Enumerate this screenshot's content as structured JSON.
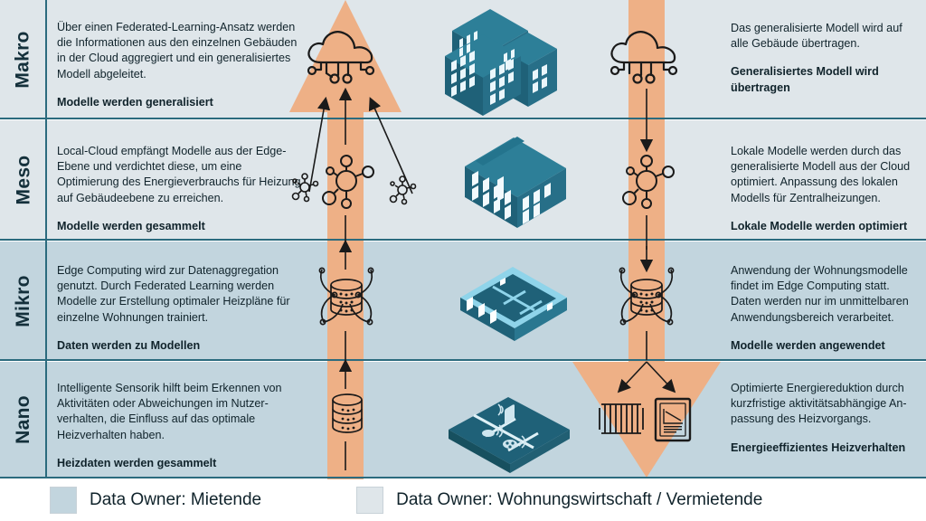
{
  "colors": {
    "mietende": "#c2d5de",
    "wohnungswirtschaft": "#dfe6ea",
    "arrow_orange": "#eeb086",
    "divider": "#2b6b7e",
    "building_dark": "#1f6178",
    "building_light": "#8fd4ea",
    "text": "#10232b"
  },
  "rows": [
    {
      "id": "makro",
      "label": "Makro",
      "left": {
        "body": "Über einen Federated-Learning-Ansatz werden die Informationen aus den einzelnen Gebäuden in der Cloud aggregiert und ein generalisiertes Modell abgeleitet.",
        "bold": "Modelle werden generalisiert"
      },
      "right": {
        "body": "Das generalisierte Modell wird auf alle Gebäude übertragen.",
        "bold": "Generalisiertes Modell wird übertragen"
      },
      "left_fill": "wohnungswirtschaft",
      "right_fill": "wohnungswirtschaft",
      "icons": [
        "cloud-icon",
        "city-buildings-icon",
        "cloud-icon"
      ]
    },
    {
      "id": "meso",
      "label": "Meso",
      "left": {
        "body": "Local-Cloud empfängt Modelle aus der Edge-Ebene und verdichtet diese, um eine Optimierung des Energieverbrauchs für Heizung auf Gebäudeebene zu erreichen.",
        "bold": "Modelle werden gesammelt"
      },
      "right": {
        "body": "Lokale Modelle werden durch das generalisierte Modell aus der Cloud optimiert. Anpassung des lokalen Modells für Zentralheizungen.",
        "bold": "Lokale Modelle werden optimiert"
      },
      "left_fill": "wohnungswirtschaft",
      "right_fill": "wohnungswirtschaft",
      "icons": [
        "network-node-icon",
        "apartment-building-icon",
        "network-node-icon"
      ]
    },
    {
      "id": "mikro",
      "label": "Mikro",
      "left": {
        "body": "Edge Computing wird zur Datenaggregation genutzt. Durch Federated Learning werden Modelle zur Erstellung optimaler Heizpläne für einzelne Wohnungen trainiert.",
        "bold": "Daten werden zu Modellen"
      },
      "right": {
        "body": "Anwendung der Wohnungsmodelle findet im Edge Computing statt. Daten werden nur im unmittelbaren Anwendungsbereich verarbeitet.",
        "bold": "Modelle werden angewendet"
      },
      "left_fill": "mietende",
      "right_fill": "mietende",
      "icons": [
        "database-edge-icon",
        "apartment-floorplan-icon",
        "database-edge-icon"
      ]
    },
    {
      "id": "nano",
      "label": "Nano",
      "left": {
        "body": "Intelligente Sensorik hilft beim Erkennen von Aktivitäten oder Abweichungen im Nutzer-verhalten, die Einfluss auf das optimale Heizverhalten haben.",
        "bold": "Heizdaten werden gesammelt"
      },
      "right": {
        "body": "Optimierte Energiereduktion durch kurzfristige aktivitätsabhängige An-passung des Heizvorgangs.",
        "bold": "Energieeffizientes Heizverhalten"
      },
      "left_fill": "mietende",
      "right_fill": "mietende",
      "icons": [
        "database-icon",
        "smart-home-sensors-icon",
        "radiator-icon",
        "thermostat-display-icon"
      ]
    }
  ],
  "flows": {
    "up_arrow_name": "upward-aggregation-arrow",
    "down_arrow_name": "downward-distribution-arrow"
  },
  "legend": {
    "items": [
      {
        "label": "Data Owner: Mietende",
        "color": "#c2d5de"
      },
      {
        "label": "Data Owner: Wohnungswirtschaft / Vermietende",
        "color": "#dfe6ea"
      }
    ]
  }
}
